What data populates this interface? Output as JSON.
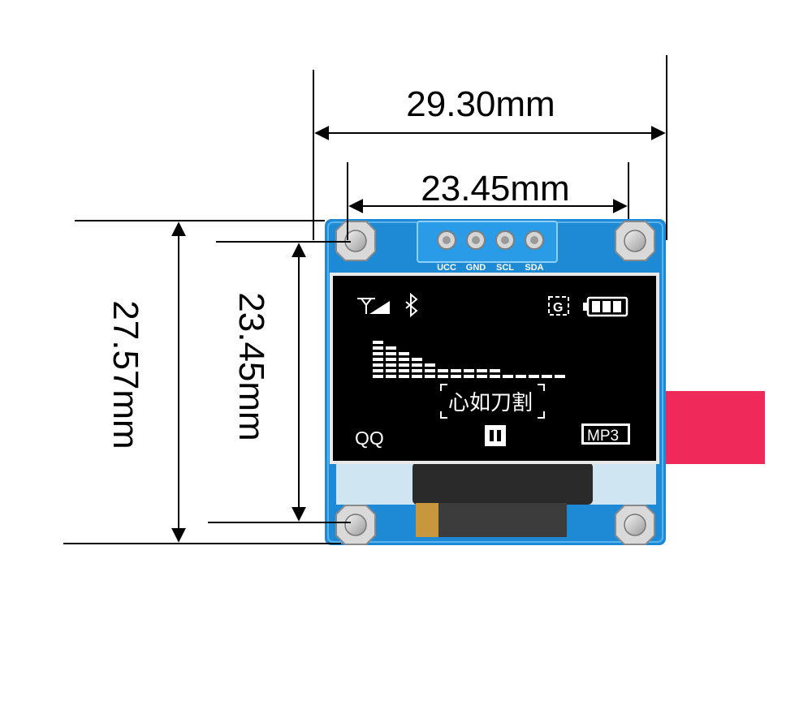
{
  "dimensions": {
    "board_width": "29.30mm",
    "screen_width": "23.45mm",
    "board_height": "27.57mm",
    "screen_height": "23.45mm"
  },
  "pins": [
    {
      "label": "UCC"
    },
    {
      "label": "GND"
    },
    {
      "label": "SCL"
    },
    {
      "label": "SDA"
    }
  ],
  "screen": {
    "song_title": "心如刀割",
    "left_label": "QQ",
    "right_label": "MP3",
    "spectrum_levels": [
      7,
      6,
      5,
      4,
      3,
      2,
      2,
      2,
      2,
      2,
      1,
      1,
      1,
      1,
      1
    ]
  },
  "colors": {
    "pcb": "#1e8ad6",
    "screen": "#000000",
    "connector": "#ef2a5a",
    "dimension_lines": "#000000"
  },
  "icons": [
    "signal-icon",
    "bluetooth-icon",
    "g-icon",
    "battery-icon",
    "pause-icon",
    "mounting-hole-icon"
  ]
}
